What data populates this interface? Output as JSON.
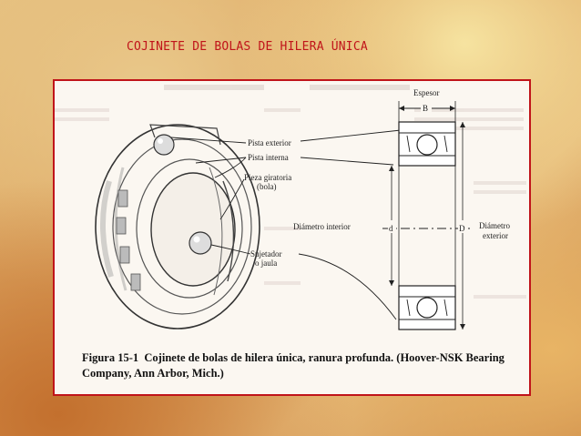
{
  "slide": {
    "title": "COJINETE DE BOLAS DE HILERA ÚNICA"
  },
  "figure": {
    "labels": {
      "thickness": "Espesor",
      "b": "B",
      "outer_race": "Pista exterior",
      "inner_race": "Pista interna",
      "rotating_part_1": "Pieza giratoria",
      "rotating_part_2": "(bola)",
      "inner_diameter": "Diámetro interior",
      "d_small": "d",
      "d_big": "D",
      "outer_diameter_1": "Diámetro",
      "outer_diameter_2": "exterior",
      "cage_1": "Sujetador",
      "cage_2": "o jaula"
    },
    "caption": {
      "number": "Figura 15-1",
      "text_line1": "Cojinete de bolas de hilera única, ranura profunda. (Hoover-NSK Bearing",
      "text_line2": "Company, Ann Arbor, Mich.)"
    }
  }
}
